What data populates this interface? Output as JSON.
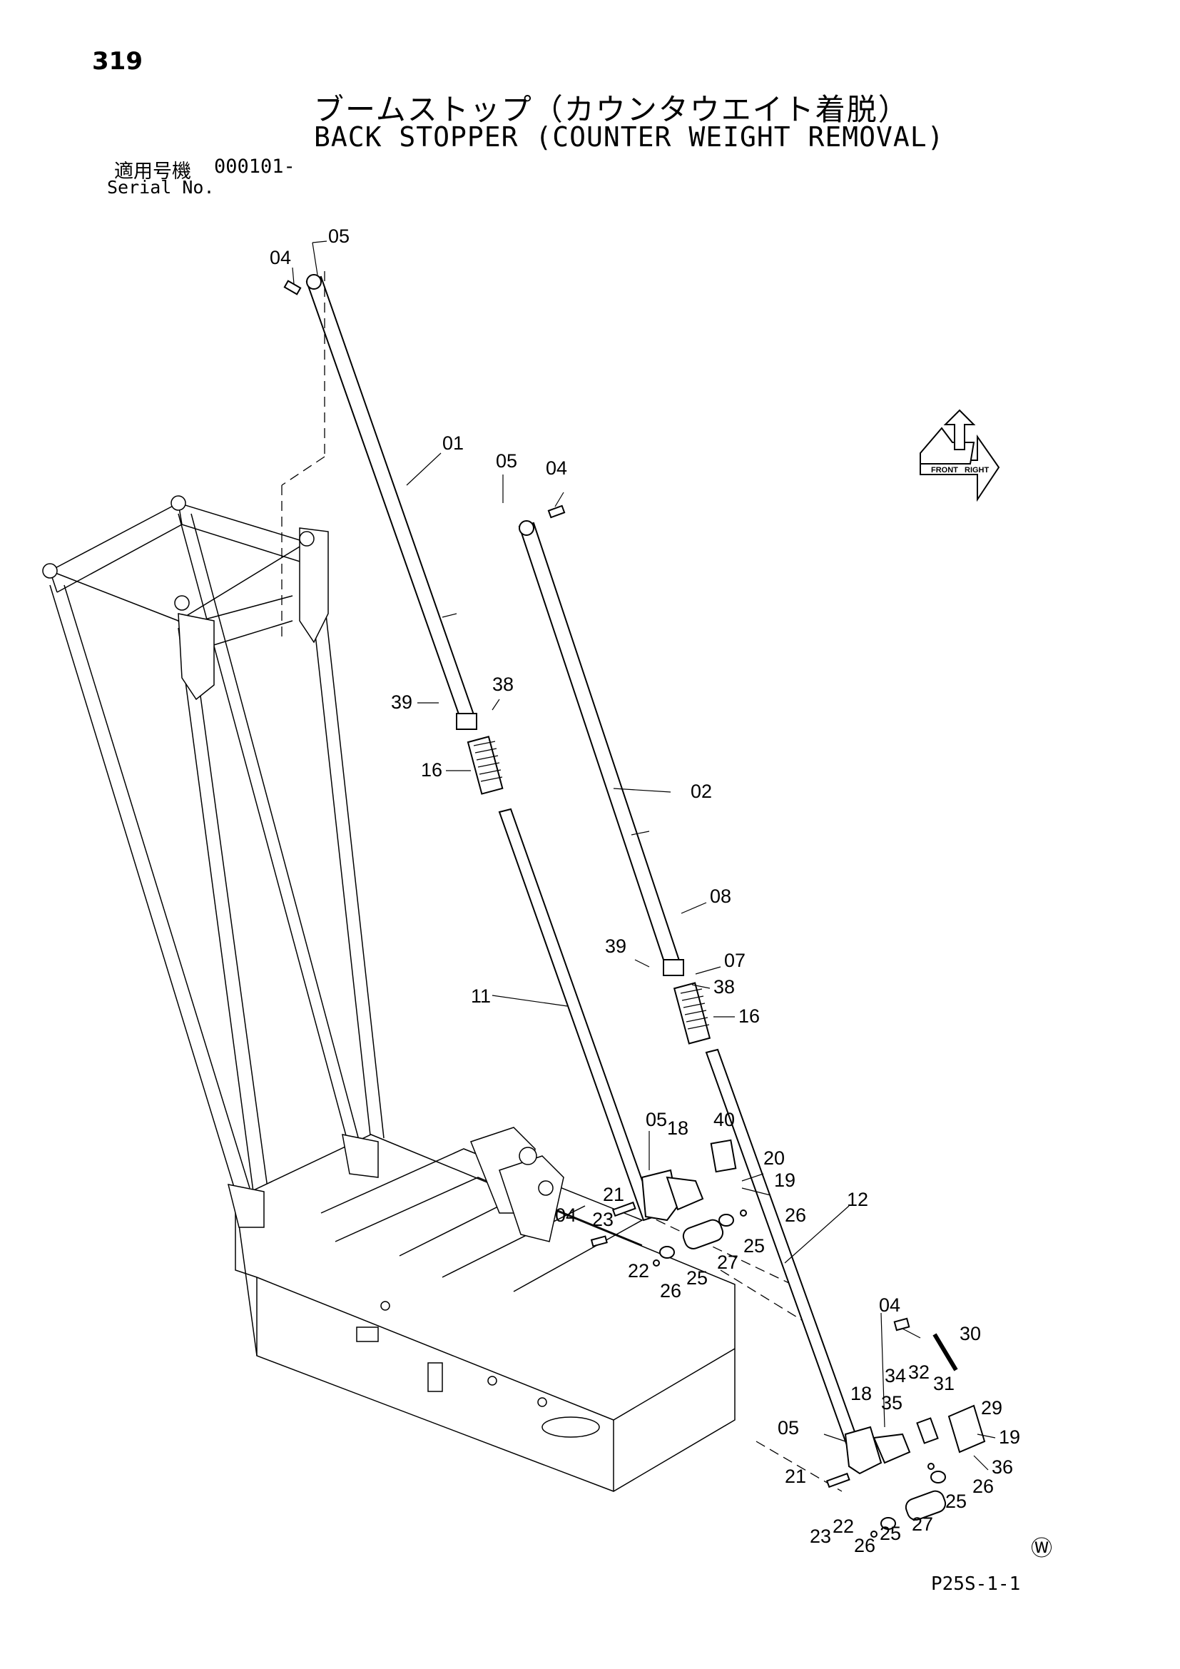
{
  "header": {
    "page_number": "319",
    "title_ja": "ブームストップ（カウンタウエイト着脱）",
    "title_en": "BACK STOPPER (COUNTER WEIGHT REMOVAL)",
    "serial_label_ja": "適用号機",
    "serial_value": "000101-",
    "serial_label_en": "Serial No."
  },
  "orientation_badge": {
    "left_text": "FRONT",
    "right_text": "RIGHT"
  },
  "watermark_symbol": "Ⓦ",
  "reference_code": "P25S-1-1",
  "parts_labels": [
    "05",
    "04",
    "01",
    "05",
    "04",
    "39",
    "38",
    "16",
    "02",
    "08",
    "39",
    "07",
    "38",
    "16",
    "11",
    "05",
    "18",
    "40",
    "20",
    "19",
    "21",
    "23",
    "04",
    "22",
    "26",
    "25",
    "27",
    "25",
    "26",
    "12",
    "04",
    "30",
    "34",
    "32",
    "31",
    "18",
    "35",
    "29",
    "05",
    "19",
    "36",
    "21",
    "26",
    "25",
    "27",
    "23",
    "22",
    "26",
    "25"
  ]
}
